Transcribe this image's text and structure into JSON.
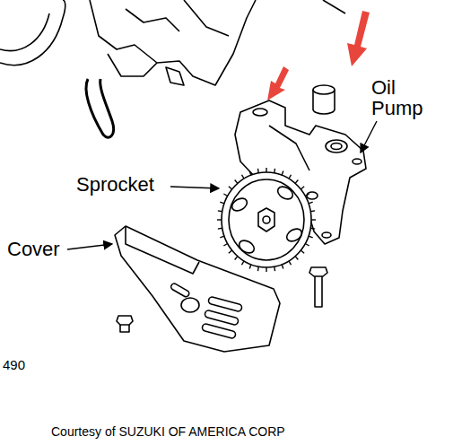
{
  "diagram": {
    "caption": "Courtesy of SUZUKI OF AMERICA CORP",
    "labels": [
      "Oil Pump",
      "Sprocket",
      "Cover",
      "490"
    ]
  }
}
